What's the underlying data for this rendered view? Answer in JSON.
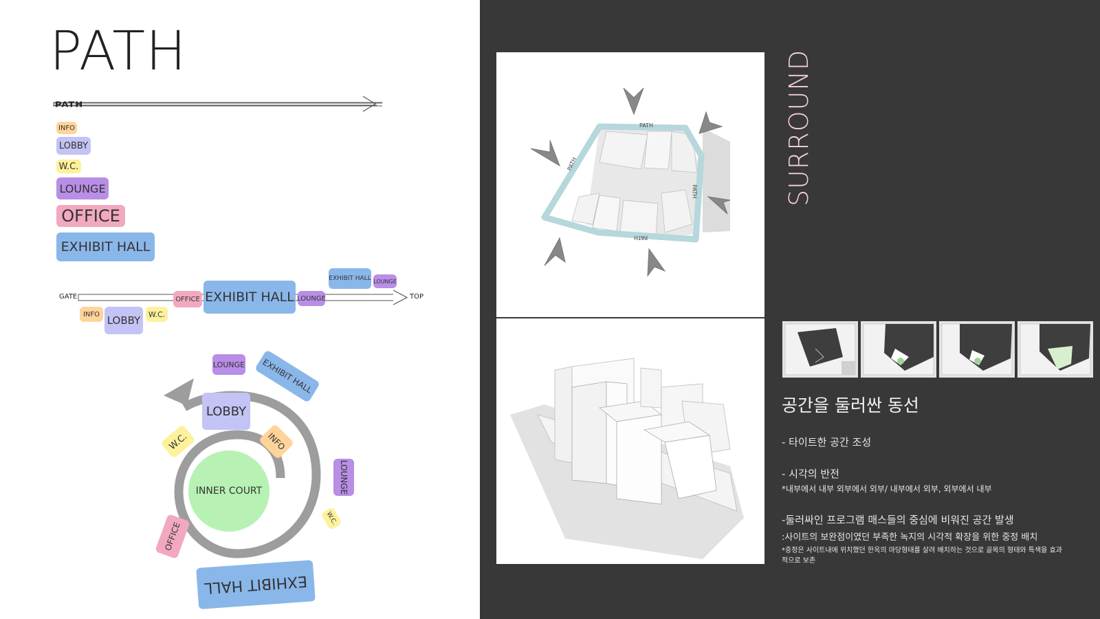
{
  "left": {
    "title": "PATH",
    "arrow_label": "PATH",
    "legend": {
      "info": "INFO",
      "lobby": "LOBBY",
      "wc": "W.C.",
      "lounge": "LOUNGE",
      "office": "OFFICE",
      "exhibit_hall": "EXHIBIT HALL"
    },
    "linear": {
      "gate": "GATE",
      "top": "TOP",
      "office": "OFFICE",
      "exhibit_hall": "EXHIBIT HALL",
      "lounge": "LOUNGE",
      "exhibit_hall_upper": "EXHIBIT HALL",
      "lounge_upper": "LOUNGE",
      "info": "INFO",
      "lobby": "LOBBY",
      "wc": "W.C."
    },
    "circular": {
      "lounge_top": "LOUNGE",
      "exhibit_hall_top": "EXHIBIT HALL",
      "lobby": "LOBBY",
      "wc": "W.C.",
      "info": "INFO",
      "inner_court": "INNER COURT",
      "lounge_right": "LOUNGE",
      "wc_right": "W.C.",
      "office": "OFFICE",
      "exhibit_hall_bottom": "EXHIBIT HALL"
    }
  },
  "right": {
    "site_plan_labels": {
      "top": "PATH",
      "left": "PATH",
      "right": "PATH",
      "bottom": "PATH"
    },
    "surround_title": "SURROUND",
    "heading": "공간을 둘러싼 동선",
    "notes": [
      "- 타이트한 공간 조성",
      "- 시각의 반전",
      "*내부에서 내부 외부에서 외부/ 내부에서 외부, 외부에서 내부",
      "-둘러싸인 프로그램 매스들의 중심에 비워진 공간 발생",
      ":사이트의 보완점이였던 부족한 녹지의 시각적 확장을 위한 중정 배치",
      "*중정은 사이트내에 위치했던 한옥의 마당형태를 살려 배치하는 것으로 골목의 형태와 특색을 효과",
      "적으로 보존"
    ]
  },
  "colors": {
    "info": "#ffd49a",
    "lobby": "#c3c3f5",
    "wc": "#fdf29b",
    "lounge": "#b98ee6",
    "office": "#f2a9c0",
    "exhibit_hall": "#8ab7ea",
    "inner_court": "#b8f1b4",
    "dark_panel": "#383838",
    "surround_text": "#f6cfe0"
  }
}
